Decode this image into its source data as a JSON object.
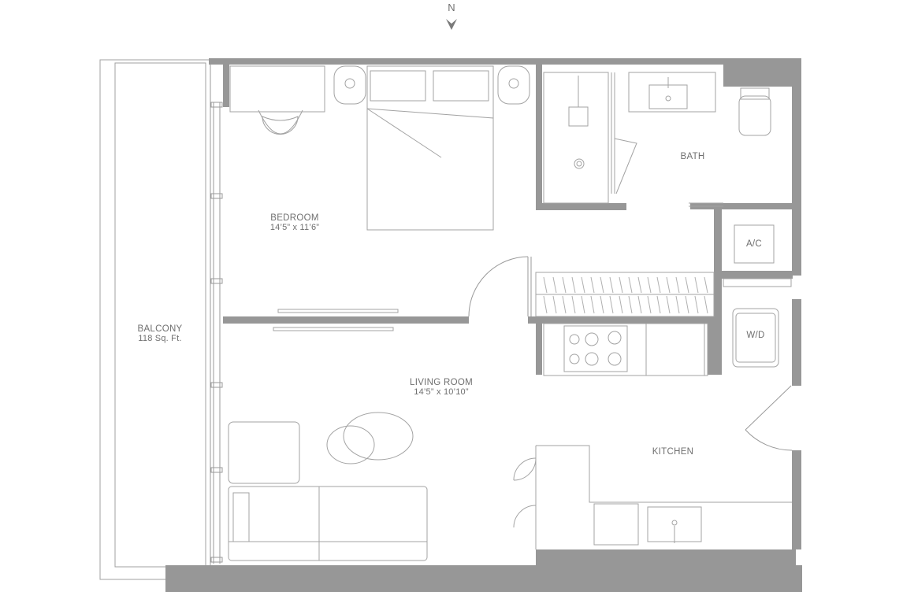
{
  "north": {
    "label": "N"
  },
  "rooms": {
    "bedroom": {
      "name": "BEDROOM",
      "dims": "14’5” x 11’6”"
    },
    "living": {
      "name": "LIVING ROOM",
      "dims": "14’5” x 10’10”"
    },
    "balcony": {
      "name": "BALCONY",
      "area": "118 Sq. Ft."
    },
    "bath": {
      "name": "BATH"
    },
    "kitchen": {
      "name": "KITCHEN"
    },
    "ac": {
      "name": "A/C"
    },
    "wd": {
      "name": "W/D"
    }
  },
  "colors": {
    "wall": "#979797",
    "line": "#9a9a9a",
    "text": "#6f6f6f"
  }
}
